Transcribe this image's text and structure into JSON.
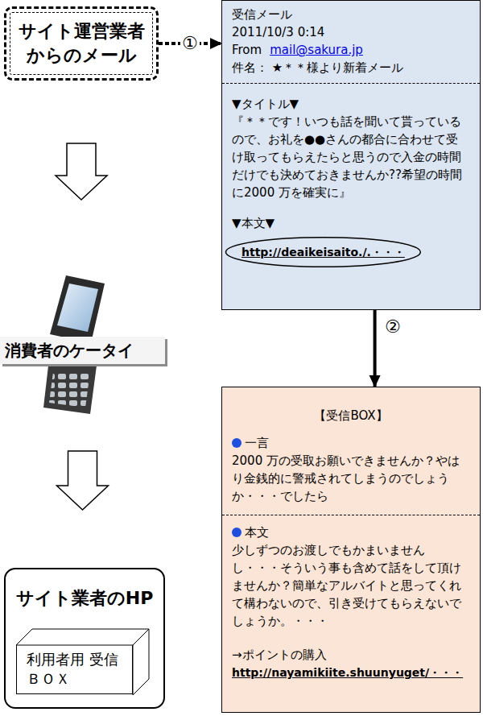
{
  "diagram": {
    "nodes": [
      {
        "text": [
          "サイト運営業者 からのメール"
        ]
      },
      {
        "text": [
          "受信メール",
          "2011/10/3 0:14",
          "From",
          "mail@sakura.jp",
          "件名： ★＊＊様より新着メール",
          "▼タイトル▼",
          "『＊＊です！いつも話を聞いて貰っているので、お礼を●●さんの都合に合わせて受け取ってもらえたらと思うので入金の時間だけでも決めておきませんか??希望の時間に2000 万を確実に』",
          "▼本文▼"
        ]
      },
      {
        "text": [
          "http://deaikeisaito./.・・・"
        ],
        "in": 1
      },
      {
        "text": [
          "消費者のケータイ"
        ]
      },
      {
        "text": [
          "【受信BOX】",
          "一言",
          "2000 万の受取お願いできませんか？やはり金銭的に警戒されてしまうのでしょうか・・・でしたら",
          "本文",
          "少しずつのお渡しでもかまいませんし・・・そういう事も含めて話をして頂けませんか？簡単なアルバイトと思ってくれて構わないので、引き受けてもらえないでしょうか。・・・",
          "→ポイントの購入",
          "http://nayamikiite.shuunyuget/・・・"
        ]
      },
      {
        "text": [
          "サイト業者のHP"
        ]
      },
      {
        "text": [
          "利用者用 受信ＢＯＸ"
        ],
        "in": 5
      }
    ],
    "edges": [
      {
        "from": 0,
        "to": 1,
        "label": "①",
        "arrow": "to"
      },
      {
        "from": 2,
        "to": 4,
        "label": "②",
        "arrow": "to"
      },
      {
        "from": 0,
        "to": 3,
        "arrow": "to"
      },
      {
        "from": 3,
        "to": 5,
        "arrow": "to"
      }
    ]
  }
}
